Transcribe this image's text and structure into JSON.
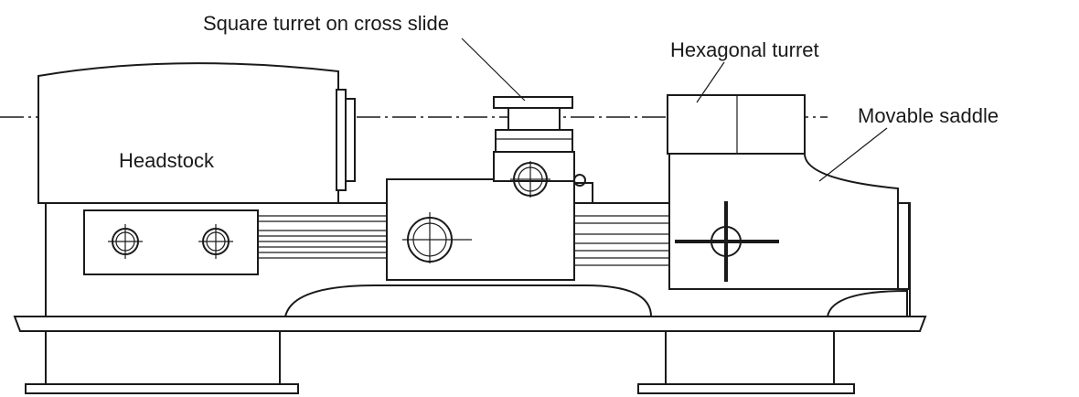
{
  "labels": {
    "square_turret": "Square turret on cross slide",
    "hexagonal_turret": "Hexagonal turret",
    "movable_saddle": "Movable saddle",
    "headstock": "Headstock"
  },
  "colors": {
    "ink": "#1a1a1a",
    "background": "#ffffff"
  }
}
